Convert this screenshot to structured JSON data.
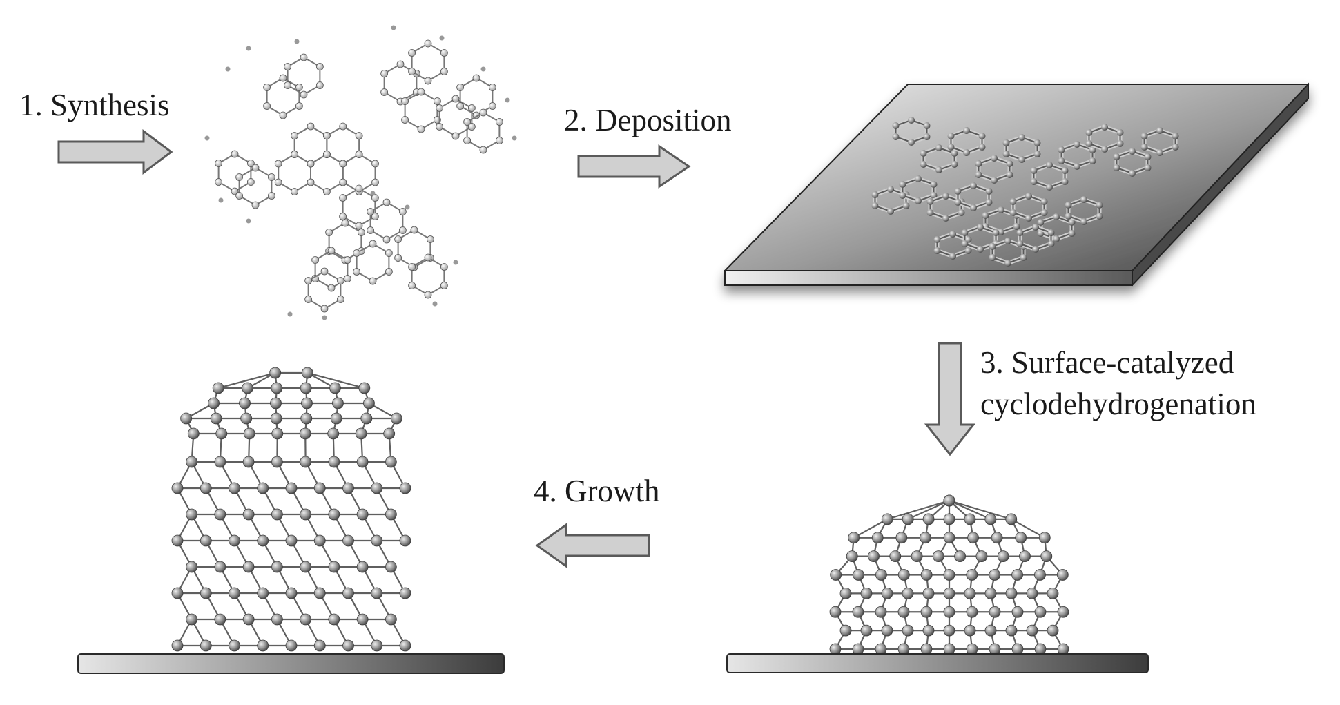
{
  "steps": [
    {
      "number": "1.",
      "label": "Synthesis"
    },
    {
      "number": "2.",
      "label": "Deposition"
    },
    {
      "number": "3.",
      "label_line1": "Surface-catalyzed",
      "label_line2": "cyclodehydrogenation"
    },
    {
      "number": "4.",
      "label": "Growth"
    }
  ],
  "step_text": {
    "s1": "1. Synthesis",
    "s2": "2. Deposition",
    "s3a": "3. Surface-catalyzed",
    "s3b": "cyclodehydrogenation",
    "s4": "4. Growth"
  },
  "icons": {
    "precursor": "planar-precursor-molecule-icon",
    "deposited": "deposited-molecule-on-substrate-icon",
    "cap": "nanotube-cap-icon",
    "tube": "carbon-nanotube-icon",
    "arrow": "process-arrow-icon"
  },
  "colors": {
    "arrow_fill": "#d0d0d0",
    "arrow_stroke": "#5a5a5a",
    "atom": "#8a8a8a",
    "bond": "#6b6b6b",
    "substrate_light": "#e8e8e8",
    "substrate_dark": "#3a3a3a"
  }
}
